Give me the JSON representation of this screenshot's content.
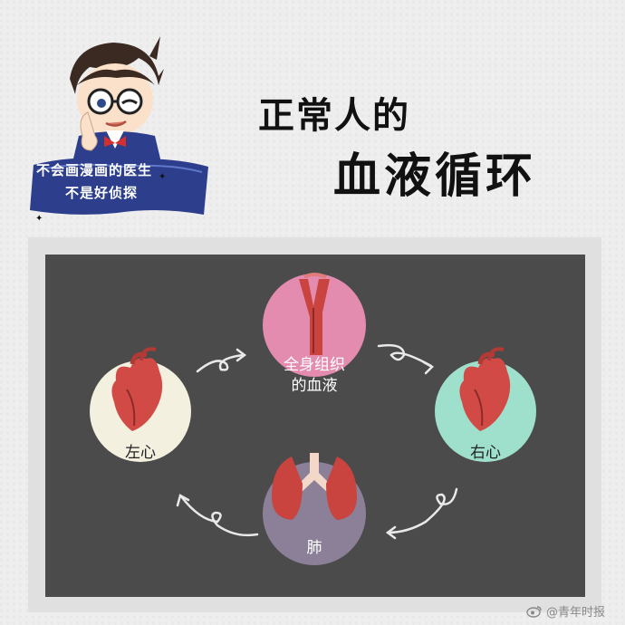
{
  "title": {
    "line1": "正常人的",
    "line2": "血液循环"
  },
  "banner": {
    "line1": "不会画漫画的医生",
    "line2": "不是好侦探"
  },
  "nodes": {
    "tissue": {
      "line1": "全身组织",
      "line2": "的血液",
      "color": "#e48bb0"
    },
    "right_heart": {
      "label": "右心",
      "color": "#9fe0cc"
    },
    "lung": {
      "label": "肺",
      "color": "#8b8098"
    },
    "left_heart": {
      "label": "左心",
      "color": "#f3f0e0"
    }
  },
  "watermark": {
    "text": "@青年时报",
    "icon": "weibo-icon"
  },
  "colors": {
    "panel": "#4b4b4b",
    "heart": "#d24a45",
    "banner": "#2c3e8c"
  }
}
